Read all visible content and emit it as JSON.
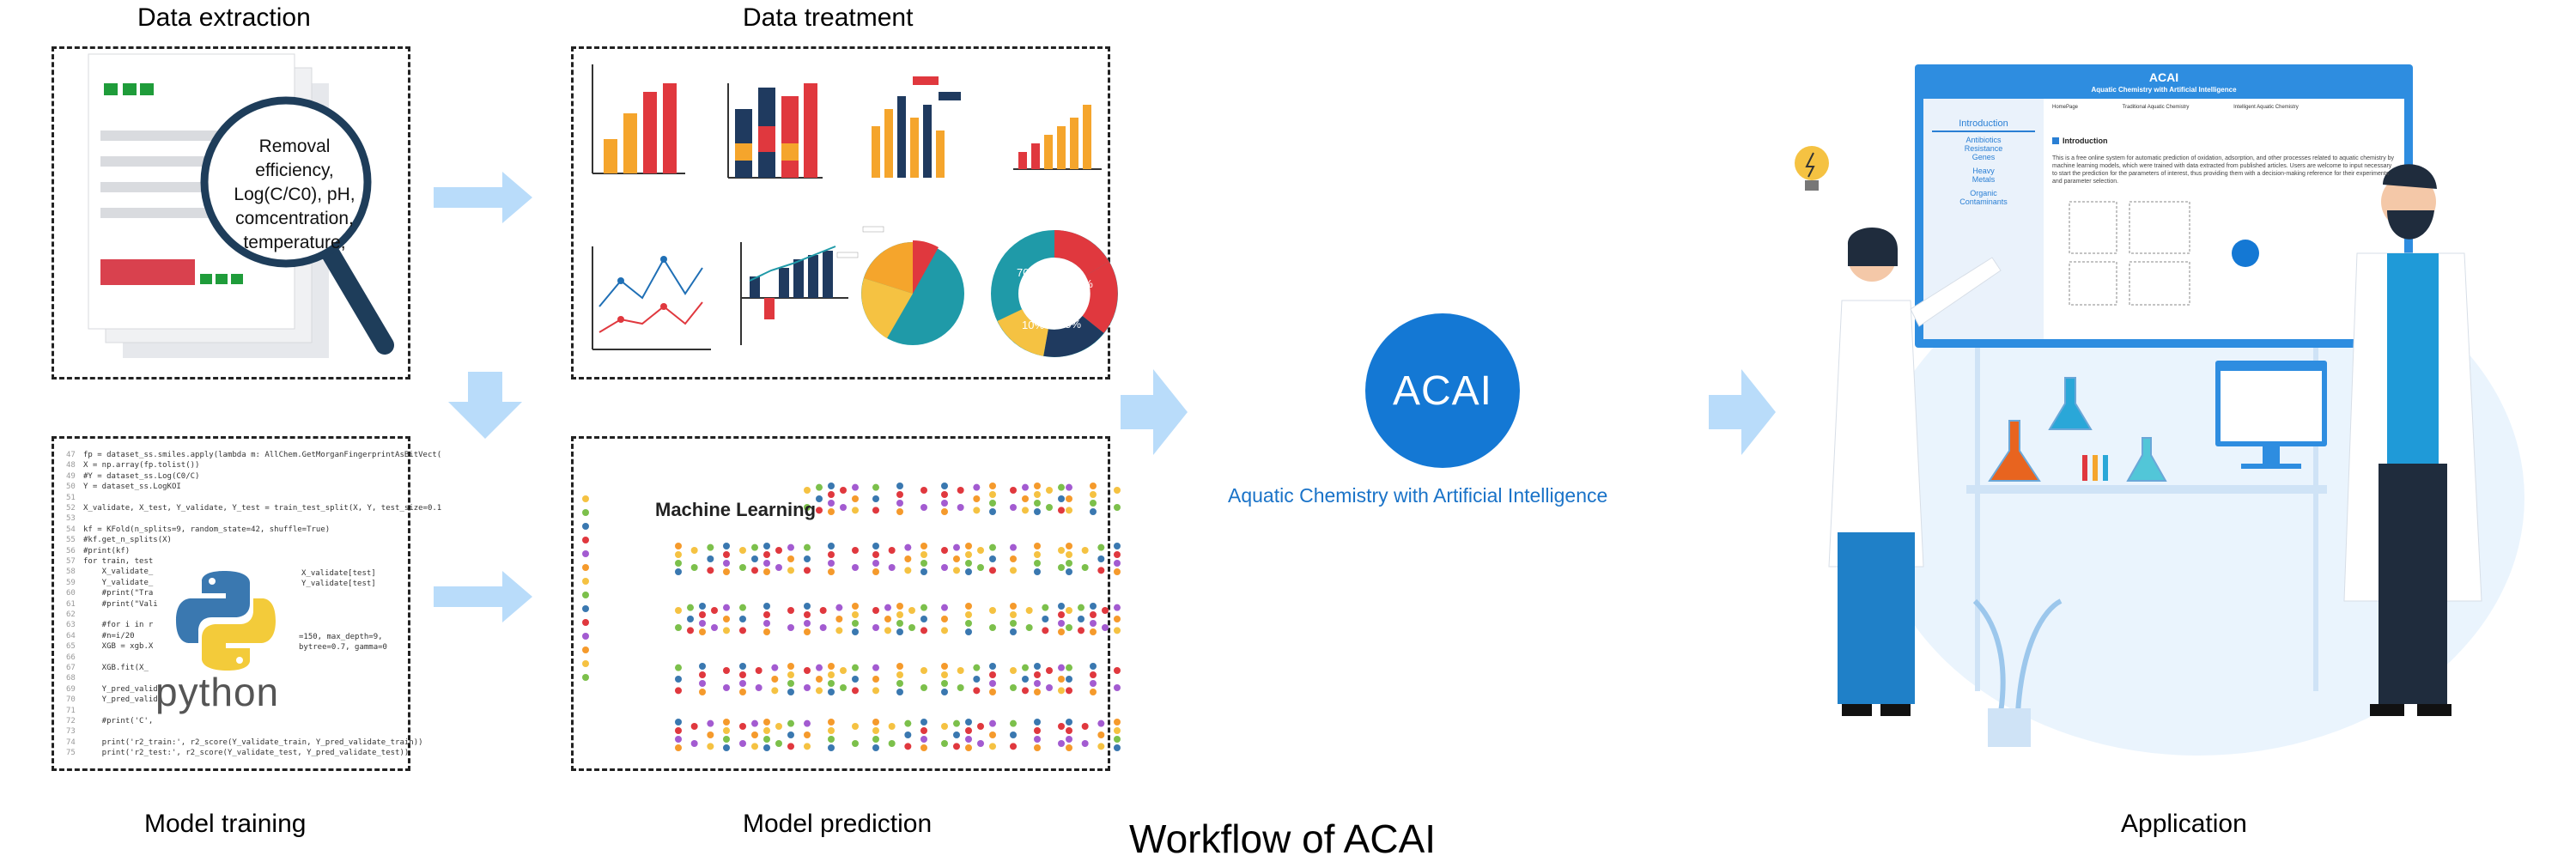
{
  "title": "Workflow of ACAI",
  "panels": {
    "data_extraction": "Data extraction",
    "data_treatment": "Data treatment",
    "model_training": "Model training",
    "model_prediction": "Model prediction",
    "application": "Application"
  },
  "magnifier_text": [
    "Removal",
    "efficiency,",
    "Log(C/C0), pH,",
    "comcentration,",
    "temperature,"
  ],
  "acai": {
    "name": "ACAI",
    "subtitle": "Aquatic Chemistry with Artificial Intelligence"
  },
  "python_label": "python",
  "code_lines": [
    "fp = dataset_ss.smiles.apply(lambda m: AllChem.GetMorganFingerprintAsBitVect(",
    "X = np.array(fp.tolist())",
    "#Y = dataset_ss.Log(C0/C)",
    "Y = dataset_ss.LogKOI",
    "",
    "X_validate, X_test, Y_validate, Y_test = train_test_split(X, Y, test_size=0.1",
    "",
    "kf = KFold(n_splits=9, random_state=42, shuffle=True)",
    "#kf.get_n_splits(X)",
    "#print(kf)",
    "for train, test",
    "    X_validate_",
    "    Y_validate_",
    "    #print(\"Tra",
    "    #print(\"Vali",
    "",
    "    #for i in r",
    "    #n=i/20",
    "    XGB = xgb.X",
    "",
    "    XGB.fit(X_",
    "",
    "    Y_pred_valida",
    "    Y_pred_valida",
    "",
    "    #print('C',",
    "",
    "    print('r2_train:', r2_score(Y_validate_train, Y_pred_validate_train))",
    "    print('r2_test:', r2_score(Y_validate_test, Y_pred_validate_test))"
  ],
  "code_right_lines": [
    "X_validate[test]",
    "Y_validate[test]",
    "=150, max_depth=9,",
    "bytree=0.7, gamma=0"
  ],
  "line_numbers": [
    "47",
    "48",
    "49",
    "50",
    "51",
    "52",
    "53",
    "54",
    "55",
    "56",
    "57",
    "58",
    "59",
    "60",
    "61",
    "62",
    "63",
    "64",
    "65",
    "66",
    "67",
    "68",
    "69",
    "70",
    "71",
    "72",
    "73",
    "74",
    "75"
  ],
  "ml_title": "Machine Learning",
  "chart_badges": [
    "65%",
    "70%",
    "5%",
    "10%",
    "15%"
  ],
  "screen": {
    "title": "ACAI",
    "subtitle": "Aquatic Chemistry with Artificial Intelligence",
    "nav": [
      "HomePage",
      "Traditional Aquatic Chemistry",
      "Intelligent Aquatic Chemistry"
    ],
    "side_heading": "Introduction",
    "side_items": [
      "Antibiotics",
      "Resistance",
      "Genes",
      "Heavy",
      "Metals",
      "Organic",
      "Contaminants"
    ],
    "section_heading": "Introduction",
    "body": "This is a free online system for automatic prediction of oxidation, adsorption, and other processes related to aquatic chemistry by machine learning models, which were trained with data extracted from published articles. Users are welcome to input necessary to start the prediction for the parameters of interest, thus providing them with a decision-making reference for their experiments and parameter selection."
  },
  "colors": {
    "acai_blue": "#1478d4",
    "arrow_blue": "#b9dcfa",
    "red": "#e0383e",
    "orange": "#f5a52c",
    "navy": "#1f3a5f",
    "teal": "#1f9aa8"
  }
}
